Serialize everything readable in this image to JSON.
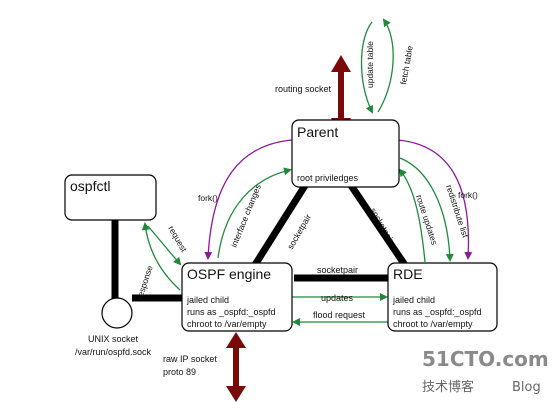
{
  "boxes": {
    "parent": {
      "title": "Parent",
      "lines": [
        "root priviledges"
      ]
    },
    "ospfctl": {
      "title": "ospfctl"
    },
    "engine": {
      "title": "OSPF engine",
      "lines": [
        "jailed child",
        "runs as _ospfd:_ospfd",
        "chroot to /var/empty"
      ]
    },
    "rde": {
      "title": "RDE",
      "lines": [
        "jailed child",
        "runs as _ospfd:_ospfd",
        "chroot to /var/empty"
      ]
    }
  },
  "labels": {
    "routing_socket": "routing socket",
    "update_table": "update table",
    "fetch_table": "fetch table",
    "fork_left": "fork()",
    "fork_right": "fork()",
    "interface_changes": "interface changes",
    "socketpair_left": "socketpair",
    "socketpair_right": "socketpair",
    "socketpair_bottom": "socketpair",
    "route_updates": "route updates",
    "redistribute_list": "redistribute list",
    "request": "request",
    "response": "response",
    "updates": "updates",
    "flood_request": "flood request",
    "unix_socket": "UNIX socket",
    "unix_path": "/var/run/ospfd.sock",
    "raw_ip": "raw IP socket",
    "proto": "proto 89"
  },
  "watermark": {
    "site": "51CTO.com",
    "sub": "技术博客",
    "blog": "Blog"
  },
  "colors": {
    "green": "#1f8a3a",
    "purple": "#8a1a9a",
    "darkred": "#7a0a0a"
  }
}
